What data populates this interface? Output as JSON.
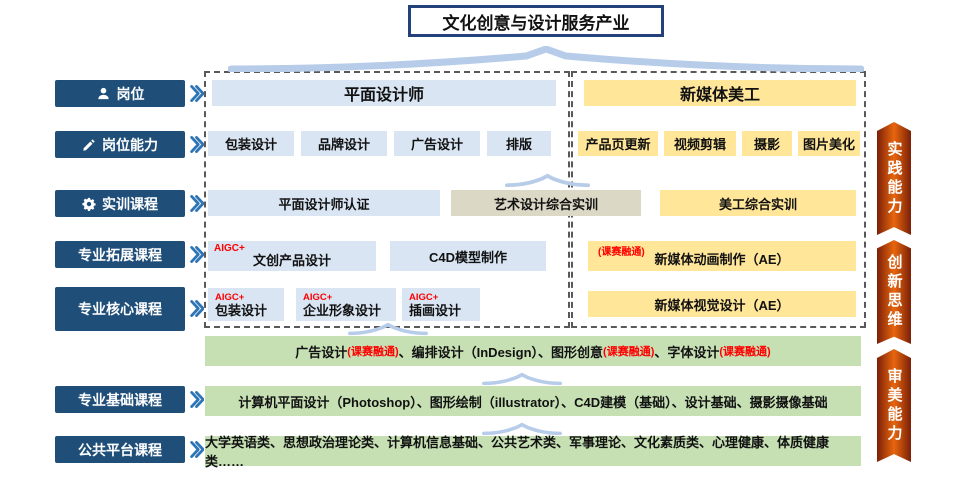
{
  "title": "文化创意与设计服务产业",
  "left_nav": {
    "items": [
      {
        "label": "岗位",
        "icon": "person-icon"
      },
      {
        "label": "岗位能力",
        "icon": "pencil-icon"
      },
      {
        "label": "实训课程",
        "icon": "gear-icon"
      },
      {
        "label": "专业拓展课程"
      },
      {
        "label": "专业核心课程"
      },
      {
        "label": "专业基础课程"
      },
      {
        "label": "公共平台课程"
      }
    ]
  },
  "graphic_track": {
    "title": "平面设计师",
    "abilities": [
      "包装设计",
      "品牌设计",
      "广告设计",
      "排版"
    ],
    "certification": "平面设计师认证",
    "expansion": [
      {
        "tag": "AIGC+",
        "label": "文创产品设计"
      },
      {
        "label": "C4D模型制作"
      }
    ],
    "core": [
      {
        "tag": "AIGC+",
        "label": "包装设计"
      },
      {
        "tag": "AIGC+",
        "label": "企业形象设计"
      },
      {
        "tag": "AIGC+",
        "label": "插画设计"
      }
    ]
  },
  "shared_training": "艺术设计综合实训",
  "media_track": {
    "title": "新媒体美工",
    "abilities": [
      "产品页更新",
      "视频剪辑",
      "摄影",
      "图片美化"
    ],
    "training": "美工综合实训",
    "expansion": {
      "tag": "(课赛融通)",
      "label": "新媒体动画制作（AE）"
    },
    "core": "新媒体视觉设计（AE）"
  },
  "rows": {
    "core_basic": {
      "seg1": "广告设计",
      "tag1": "(课赛融通)",
      "seg2": "、编排设计（InDesign）、图形创意",
      "tag2": "(课赛融通)",
      "seg3": "、字体设计",
      "tag3": "(课赛融通)"
    },
    "basic": "计算机平面设计（Photoshop）、图形绘制（illustrator）、C4D建模（基础）、设计基础、摄影摄像基础",
    "public": "大学英语类、思想政治理论类、计算机信息基础、公共艺术类、军事理论、文化素质类、心理健康、体质健康类……"
  },
  "ribbons": [
    {
      "label": "实践能力"
    },
    {
      "label": "创新思维"
    },
    {
      "label": "审美能力"
    }
  ],
  "colors": {
    "navy": "#1F4E79",
    "light_blue": "#D9E5F3",
    "yellow": "#FFE699",
    "beige": "#DBD8C6",
    "green": "#C6E0B4",
    "red": "#FF0000",
    "brace_blue": "#B7CCE9",
    "ribbon_dark": "#7A2008",
    "ribbon_orange": "#E8660E"
  }
}
